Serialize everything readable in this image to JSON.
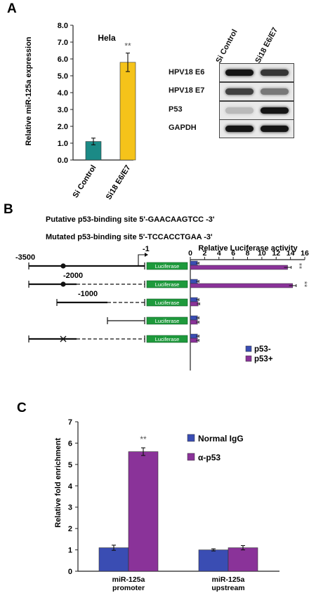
{
  "panels": {
    "a": "A",
    "b": "B",
    "c": "C"
  },
  "colors": {
    "teal": "#1b8a86",
    "yellow": "#f5c31a",
    "blue": "#3a4db3",
    "purple": "#8a3399",
    "green": "#1e9a3c",
    "errorbar": "#111111"
  },
  "chart_data": [
    {
      "type": "bar",
      "panel": "A",
      "title": "Hela",
      "ylabel": "Relative miR-125a expression",
      "xlabel": "",
      "categories": [
        "Si Control",
        "Si18 E6/E7"
      ],
      "values": [
        1.1,
        5.8
      ],
      "errors": [
        0.2,
        0.55
      ],
      "bar_colors": [
        "#1b8a86",
        "#f5c31a"
      ],
      "ylim": [
        0,
        8
      ],
      "yticks": [
        "0.0",
        "1.0",
        "2.0",
        "3.0",
        "4.0",
        "5.0",
        "6.0",
        "7.0",
        "8.0"
      ],
      "annotations": [
        "",
        "**"
      ]
    },
    {
      "type": "bar",
      "orientation": "horizontal",
      "panel": "B",
      "title": "Relative Luciferase activity",
      "xlim": [
        0,
        16
      ],
      "xticks": [
        "0",
        "2",
        "4",
        "6",
        "8",
        "10",
        "12",
        "14",
        "16"
      ],
      "series": [
        {
          "name": "p53-",
          "color": "#3a4db3",
          "values": [
            1.0,
            1.0,
            1.0,
            1.0,
            1.0
          ],
          "errors": [
            0.2,
            0.2,
            0.2,
            0.2,
            0.2
          ]
        },
        {
          "name": "p53+",
          "color": "#8a3399",
          "values": [
            13.6,
            14.3,
            1.1,
            1.0,
            1.0
          ],
          "errors": [
            0.5,
            0.5,
            0.2,
            0.2,
            0.2
          ]
        }
      ],
      "annotations": [
        "**",
        "**",
        "",
        "",
        ""
      ]
    },
    {
      "type": "bar",
      "panel": "C",
      "ylabel": "Relative fold enrichment",
      "xlabel": "",
      "categories": [
        "miR-125a\npromoter",
        "miR-125a\nupstream"
      ],
      "series": [
        {
          "name": "Normal IgG",
          "color": "#3a4db3",
          "values": [
            1.1,
            1.0
          ],
          "errors": [
            0.12,
            0.05
          ]
        },
        {
          "name": "α-p53",
          "color": "#8a3399",
          "values": [
            5.6,
            1.1
          ],
          "errors": [
            0.18,
            0.1
          ]
        }
      ],
      "ylim": [
        0,
        7
      ],
      "yticks": [
        "0",
        "1",
        "2",
        "3",
        "4",
        "5",
        "6",
        "7"
      ],
      "annotations": [
        "**",
        ""
      ]
    }
  ],
  "western_blot": {
    "columns": [
      "Si Control",
      "Si18 E6/E7"
    ],
    "rows": [
      {
        "label": "HPV18 E6",
        "intensity": [
          0.95,
          0.8
        ]
      },
      {
        "label": "HPV18 E7",
        "intensity": [
          0.75,
          0.5
        ]
      },
      {
        "label": "P53",
        "intensity": [
          0.2,
          0.95
        ]
      },
      {
        "label": "GAPDH",
        "intensity": [
          0.95,
          0.95
        ]
      }
    ]
  },
  "promoter": {
    "putative_site": "Putative p53-binding site 5'-GAACAAGTCC -3'",
    "mutated_site": "Mutated p53-binding site 5'-TCCACCTGAA -3'",
    "luciferase_label": "Luciferase",
    "constructs": [
      {
        "label": "-3500",
        "start": -3500,
        "site": "intact",
        "tss_label": "-1"
      },
      {
        "label": "-2000",
        "start": -2000,
        "site": "intact"
      },
      {
        "label": "-1000",
        "start": -1000,
        "site": "none"
      },
      {
        "label": "",
        "start": -500,
        "site": "none"
      },
      {
        "label": "",
        "start": -3500,
        "site": "mutated"
      }
    ]
  }
}
